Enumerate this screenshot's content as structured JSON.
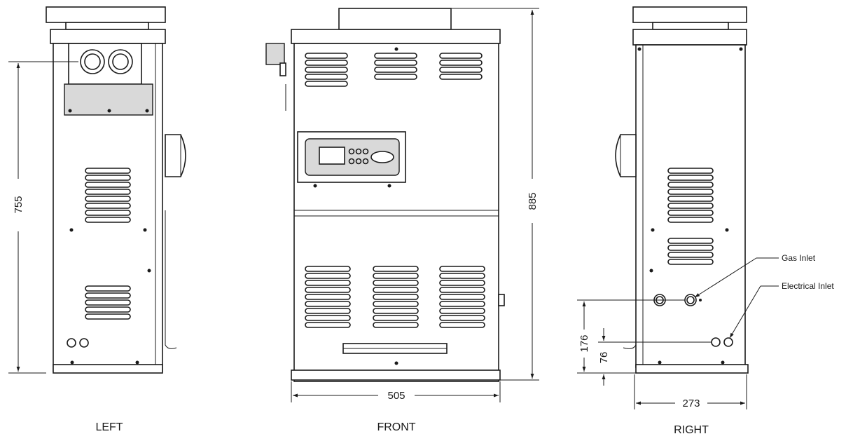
{
  "views": {
    "left": "LEFT",
    "front": "FRONT",
    "right": "RIGHT"
  },
  "dimensions": {
    "left_height": "755",
    "front_height": "885",
    "front_width": "505",
    "right_width": "273",
    "gas_inlet_height": "176",
    "electrical_inlet_height": "76"
  },
  "callouts": {
    "gas_inlet": "Gas Inlet",
    "electrical_inlet": "Electrical Inlet"
  }
}
